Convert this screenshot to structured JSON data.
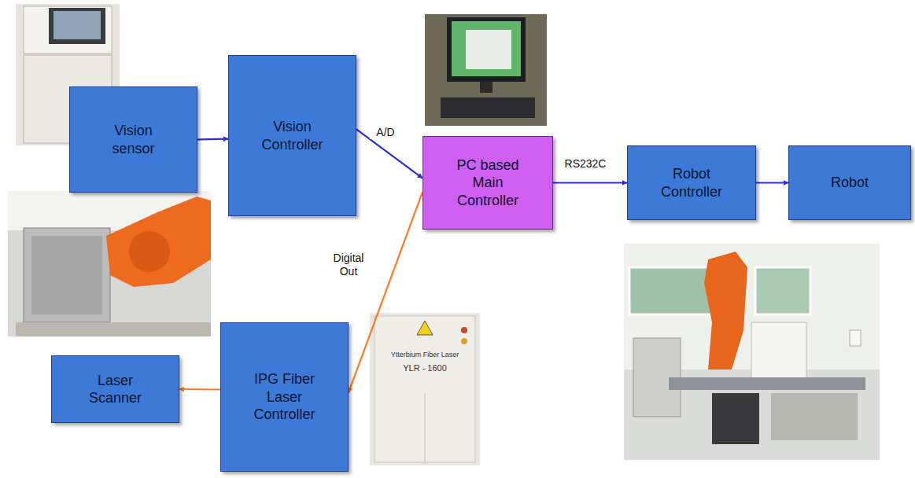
{
  "diagram": {
    "nodes": [
      {
        "text": [
          "Vision sensor"
        ]
      },
      {
        "text": [
          "Vision Controller"
        ]
      },
      {
        "text": [
          "PC based Main Controller"
        ]
      },
      {
        "text": [
          "Robot Controller"
        ]
      },
      {
        "text": [
          "Robot"
        ]
      },
      {
        "text": [
          "IPG Fiber Laser Controller"
        ]
      },
      {
        "text": [
          "Laser Scanner"
        ]
      }
    ],
    "edges": [
      {
        "from": 0,
        "to": 1,
        "arrow": "to"
      },
      {
        "from": 1,
        "to": 2,
        "label": "A/D",
        "arrow": "to"
      },
      {
        "from": 2,
        "to": 3,
        "label": "RS232C",
        "arrow": "to"
      },
      {
        "from": 3,
        "to": 4,
        "arrow": "to"
      },
      {
        "from": 2,
        "to": 5,
        "label": "Digital Out",
        "arrow": "to"
      },
      {
        "from": 5,
        "to": 6,
        "arrow": "to"
      }
    ],
    "labels": [
      "Ytterbium Fiber Laser",
      "YLR - 1600"
    ]
  }
}
